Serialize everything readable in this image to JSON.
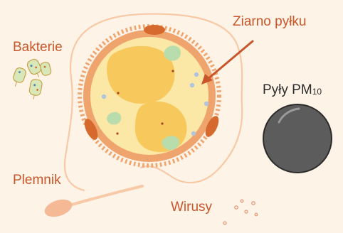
{
  "labels": {
    "pollen": "Ziarno pyłku",
    "bacteria": "Bakterie",
    "pm_prefix": "Pyły PM",
    "pm_subscript": "10",
    "sperm": "Plemnik",
    "virus": "Wirusy"
  },
  "colors": {
    "background": "#fdf3e7",
    "label_orange": "#c8562a",
    "label_dark": "#2b2b2b",
    "pollen_wall": "#f0a46d",
    "pollen_inner": "#fbe8a6",
    "pollen_nuclei": "#f7c95c",
    "pollen_pores": "#d66a2e",
    "pollen_green": "#b9dcad",
    "pollen_blue_dots": "#b0c4e2",
    "pm_particle": "#5c5c5c",
    "sperm": "#f8c9a6",
    "virus": "#e89a7a",
    "bacteria_body": "#d9e8b9",
    "arrow": "#c8562a"
  },
  "icons": [
    "pollen-grain-icon",
    "pm10-particle-icon",
    "sperm-icon",
    "bacteria-icon",
    "virus-icon",
    "arrow-icon"
  ]
}
